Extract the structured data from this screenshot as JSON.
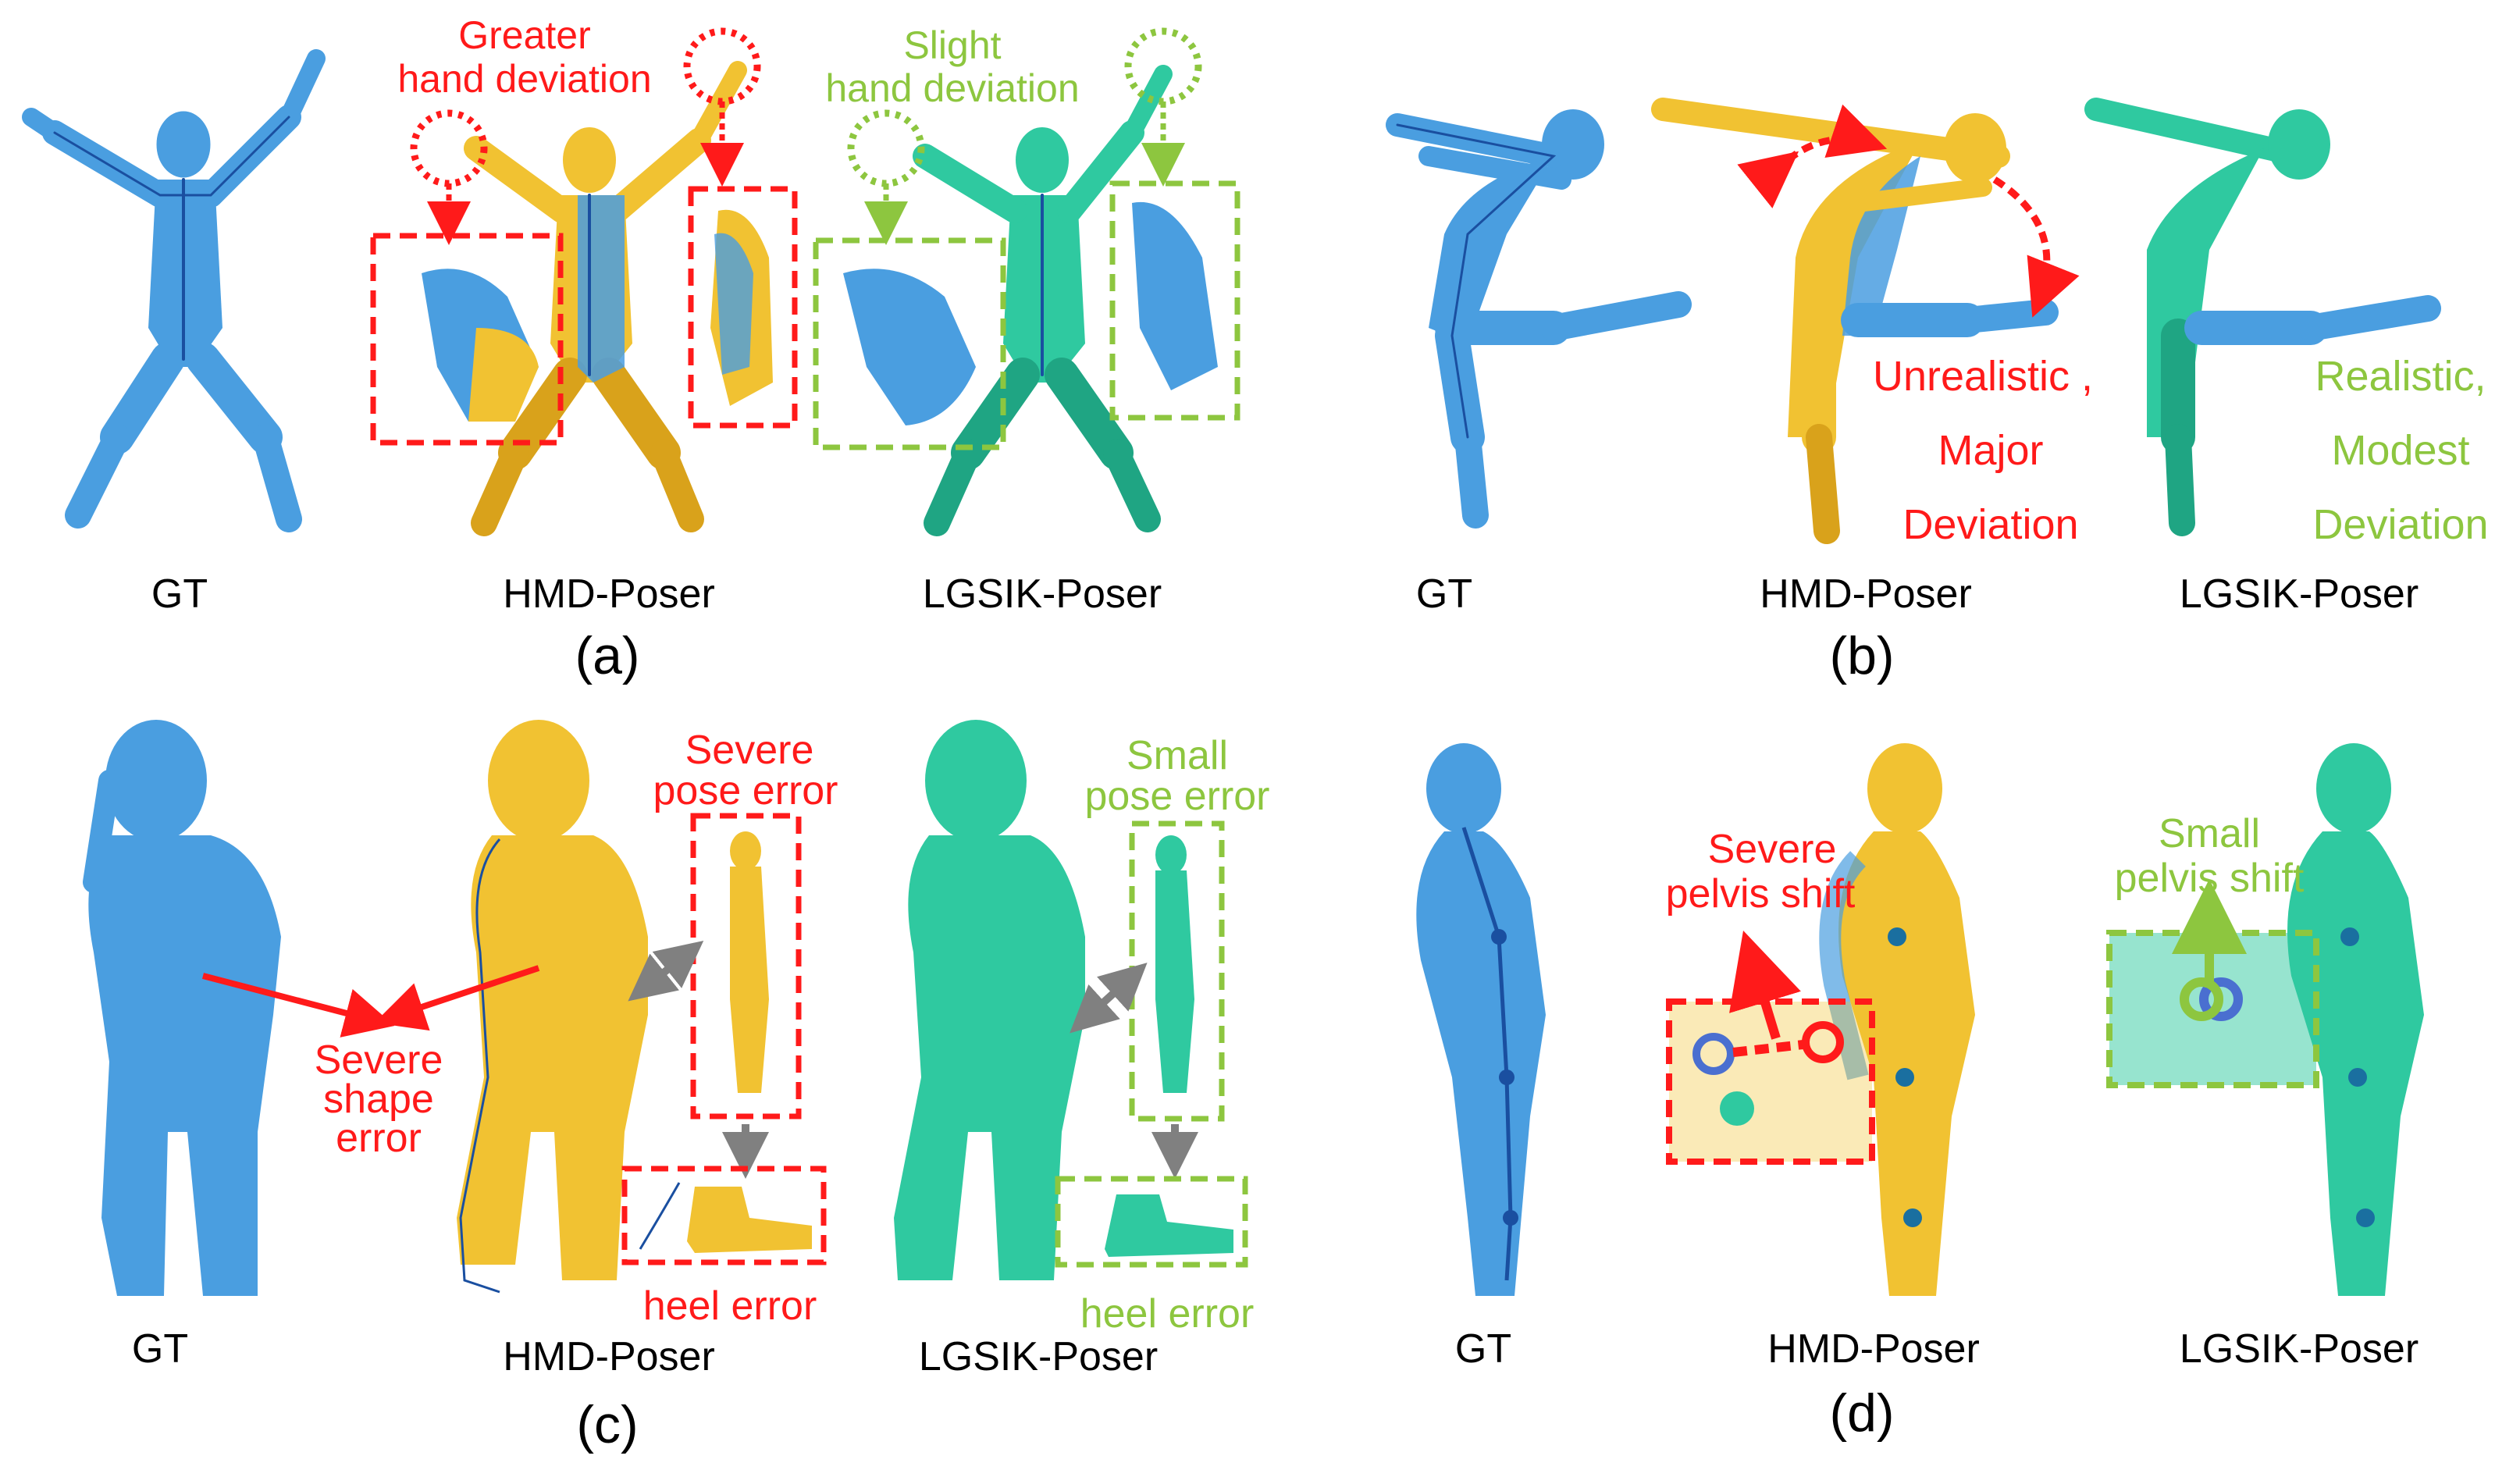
{
  "colors": {
    "gt": "#4a9ee0",
    "gt_dark": "#2f7fc4",
    "hmd": "#f1c232",
    "hmd_dark": "#d9a21b",
    "lgsik": "#2fc9a0",
    "lgsik_dark": "#1fa583",
    "red": "#ff1a1a",
    "green": "#8dc63f",
    "gray": "#808080",
    "skeleton": "#1a4fa0"
  },
  "panels": [
    {
      "id": "a",
      "caption": "(a)",
      "methods": [
        "GT",
        "HMD-Poser",
        "LGSIK-Poser"
      ],
      "annotations": {
        "hmd_lines": [
          "Greater",
          "hand deviation"
        ],
        "lgsik_lines": [
          "Slight",
          "hand deviation"
        ]
      }
    },
    {
      "id": "b",
      "caption": "(b)",
      "methods": [
        "GT",
        "HMD-Poser",
        "LGSIK-Poser"
      ],
      "annotations": {
        "hmd_lines": [
          "Unrealistic ,",
          "Major",
          "Deviation"
        ],
        "lgsik_lines": [
          "Realistic,",
          "Modest",
          "Deviation"
        ]
      }
    },
    {
      "id": "c",
      "caption": "(c)",
      "methods": [
        "GT",
        "HMD-Poser",
        "LGSIK-Poser"
      ],
      "annotations": {
        "shape_lines": [
          "Severe",
          "shape",
          "error"
        ],
        "hmd_pose_lines": [
          "Severe",
          "pose error"
        ],
        "lgsik_pose_lines": [
          "Small",
          "pose error"
        ],
        "hmd_heel": "heel error",
        "lgsik_heel": "heel error"
      }
    },
    {
      "id": "d",
      "caption": "(d)",
      "methods": [
        "GT",
        "HMD-Poser",
        "LGSIK-Poser"
      ],
      "annotations": {
        "hmd_lines": [
          "Severe",
          "pelvis shift"
        ],
        "lgsik_lines": [
          "Small",
          "pelvis shift"
        ]
      }
    }
  ]
}
